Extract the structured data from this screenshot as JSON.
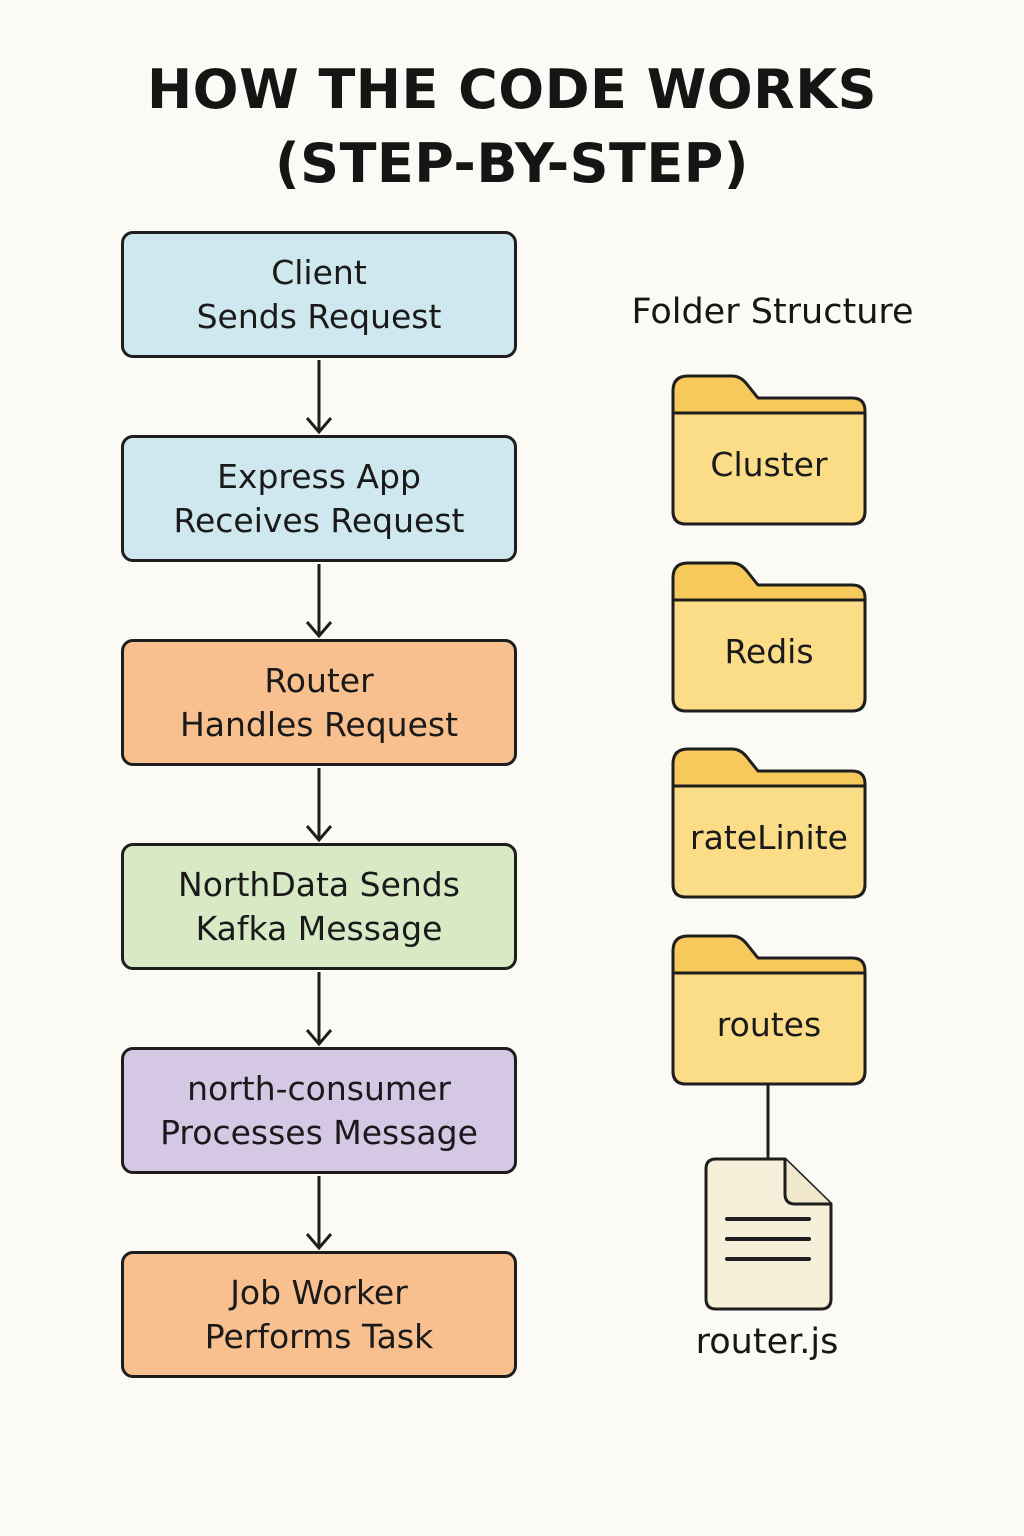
{
  "title": {
    "line1": "HOW THE CODE WORKS",
    "line2": "(STEP-BY-STEP)"
  },
  "steps": [
    {
      "line1": "Client",
      "line2": "Sends Request",
      "color": "#cfe8ef"
    },
    {
      "line1": "Express App",
      "line2": "Receives Request",
      "color": "#cfe8ef"
    },
    {
      "line1": "Router",
      "line2": "Handles Request",
      "color": "#f8c08e"
    },
    {
      "line1": "NorthData Sends",
      "line2": "Kafka Message",
      "color": "#d8e9c6"
    },
    {
      "line1": "north-consumer",
      "line2": "Processes Message",
      "color": "#d5c8e4"
    },
    {
      "line1": "Job Worker",
      "line2": "Performs Task",
      "color": "#f8c08e"
    }
  ],
  "folder_structure": {
    "heading": "Folder Structure",
    "folders": [
      {
        "label": "Cluster",
        "icon": "folder-icon"
      },
      {
        "label": "Redis",
        "icon": "folder-icon"
      },
      {
        "label": "rateLinite",
        "icon": "folder-icon"
      },
      {
        "label": "routes",
        "icon": "folder-icon"
      }
    ],
    "file": {
      "label": "router.js",
      "icon": "file-icon"
    }
  },
  "colors": {
    "background": "#fcfaf5",
    "folder_fill": "#fbdc87",
    "folder_tab": "#f6c95a",
    "outline": "#1e1e1e"
  }
}
